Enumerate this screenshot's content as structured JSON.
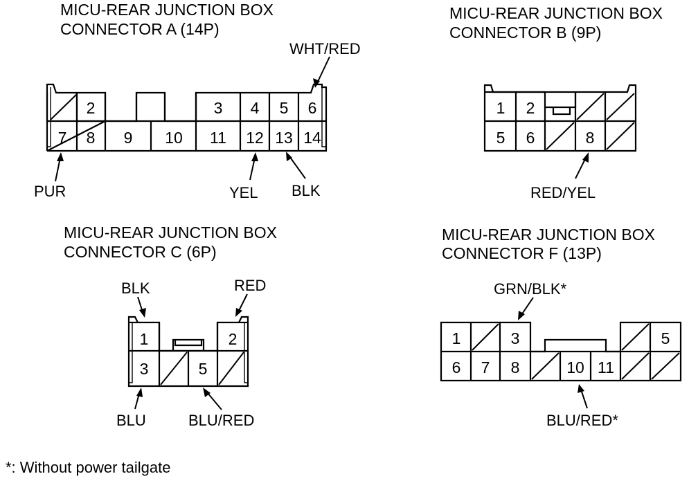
{
  "connectors": {
    "a": {
      "title_line1": "MICU-REAR JUNCTION BOX",
      "title_line2": "CONNECTOR A (14P)",
      "pins": [
        "2",
        "3",
        "4",
        "5",
        "6",
        "7",
        "8",
        "9",
        "10",
        "11",
        "12",
        "13",
        "14"
      ],
      "wires": {
        "pin6": "WHT/RED",
        "pin7": "PUR",
        "pin12": "YEL",
        "pin13": "BLK"
      }
    },
    "b": {
      "title_line1": "MICU-REAR JUNCTION BOX",
      "title_line2": "CONNECTOR B (9P)",
      "pins": [
        "1",
        "2",
        "5",
        "6",
        "8"
      ],
      "wires": {
        "pin8": "RED/YEL"
      }
    },
    "c": {
      "title_line1": "MICU-REAR JUNCTION BOX",
      "title_line2": "CONNECTOR C (6P)",
      "pins": [
        "1",
        "2",
        "3",
        "5"
      ],
      "wires": {
        "pin1": "BLK",
        "pin2": "RED",
        "pin3": "BLU",
        "pin5": "BLU/RED"
      }
    },
    "f": {
      "title_line1": "MICU-REAR JUNCTION BOX",
      "title_line2": "CONNECTOR F (13P)",
      "pins": [
        "1",
        "3",
        "5",
        "6",
        "7",
        "8",
        "10",
        "11"
      ],
      "wires": {
        "pin3": "GRN/BLK*",
        "pin10": "BLU/RED*"
      }
    }
  },
  "footnote": "*: Without power tailgate"
}
